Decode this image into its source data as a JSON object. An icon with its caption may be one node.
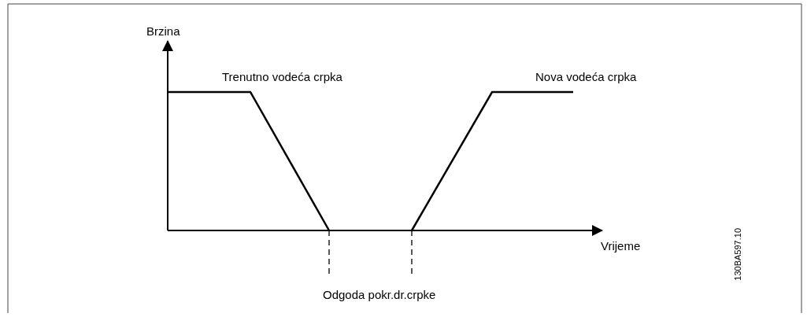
{
  "diagram": {
    "labels": [
      "Brzina",
      "Trenutno vodeća crpka",
      "Nova vodeća crpka",
      "Vrijeme",
      "Odgoda pokr.dr.crpke",
      "130BA597.10"
    ]
  }
}
